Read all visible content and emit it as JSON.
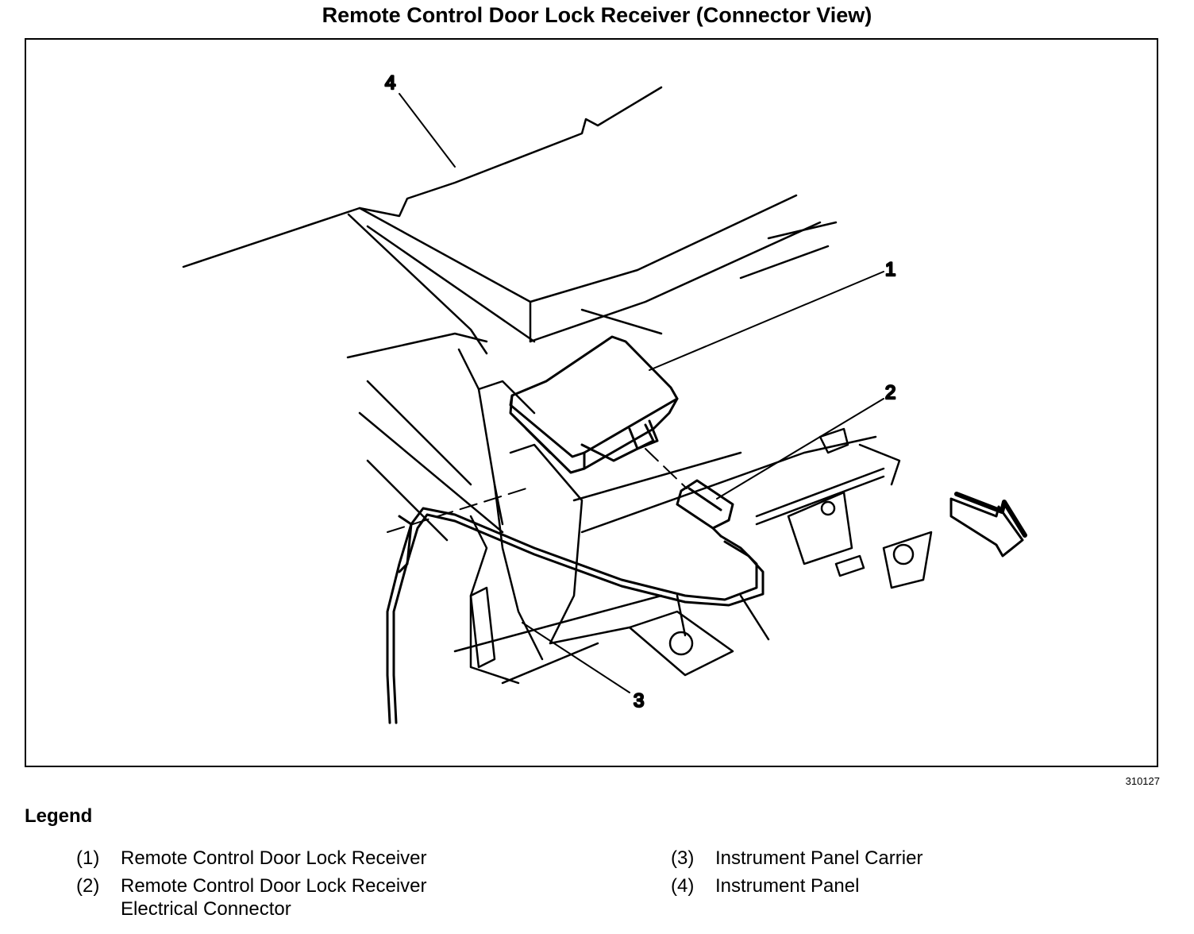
{
  "title": "Remote Control Door Lock Receiver (Connector View)",
  "figure_id": "310127",
  "callouts": {
    "c1": "1",
    "c2": "2",
    "c3": "3",
    "c4": "4"
  },
  "legend": {
    "title": "Legend",
    "items": [
      {
        "num": "(1)",
        "lines": [
          "Remote Control Door Lock Receiver"
        ]
      },
      {
        "num": "(2)",
        "lines": [
          "Remote Control Door Lock Receiver",
          "Electrical Connector"
        ]
      },
      {
        "num": "(3)",
        "lines": [
          "Instrument Panel Carrier"
        ]
      },
      {
        "num": "(4)",
        "lines": [
          "Instrument Panel"
        ]
      }
    ]
  },
  "icons": {
    "direction_arrow": "forward-arrow-icon"
  }
}
